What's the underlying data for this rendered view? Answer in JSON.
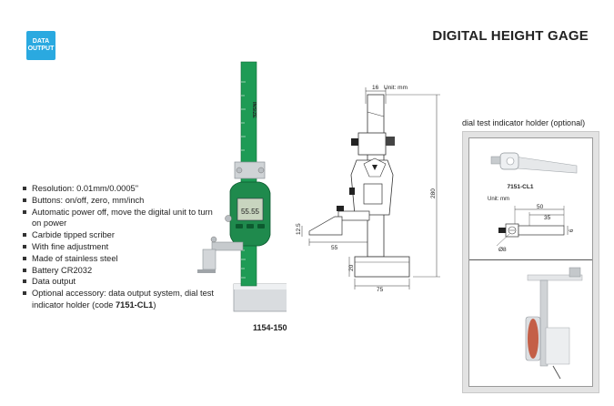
{
  "badge": {
    "line1": "DATA",
    "line2": "OUTPUT",
    "color": "#2aa9e0"
  },
  "title": "DIGITAL HEIGHT GAGE",
  "features": [
    "Resolution: 0.01mm/0.0005\"",
    "Buttons: on/off, zero, mm/inch",
    "Automatic power off, move the digital unit to turn on power",
    "Carbide tipped scriber",
    "With fine adjustment",
    "Made of stainless steel",
    "Battery CR2032",
    "Data output"
  ],
  "accessory_note": {
    "prefix": "Optional accessory: data output system, dial test indicator holder (code ",
    "code": "7151-CL1",
    "suffix": ")"
  },
  "product": {
    "model_code": "1154-150",
    "brand": "INSIZE",
    "display_value": "55.55",
    "scale_color": "#1e9b55"
  },
  "drawing": {
    "unit_label": "Unit: mm",
    "dims": {
      "top_width": "16",
      "height": "280",
      "scriber_height": "12.5",
      "scriber_reach": "55",
      "base_height": "20",
      "base_width": "75"
    }
  },
  "accessory": {
    "section_label": "dial test indicator holder (optional)",
    "code": "7151-CL1",
    "unit_label": "Unit: mm",
    "dims": {
      "length": "50",
      "offset": "35",
      "thickness": "6",
      "hole": "Ø8"
    }
  }
}
